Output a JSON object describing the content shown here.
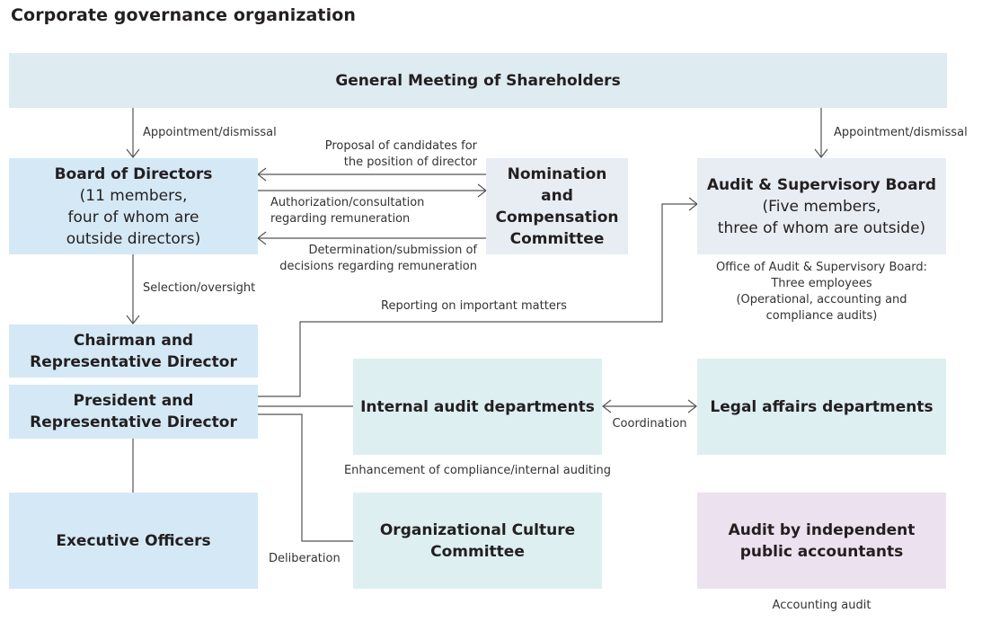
{
  "title": "Corporate governance organization",
  "boxes": {
    "shareholders": {
      "main": "General Meeting of Shareholders"
    },
    "board": {
      "main": "Board of Directors",
      "sub1": "(11 members,",
      "sub2": "four of whom are",
      "sub3": "outside directors)"
    },
    "nomination": {
      "l1": "Nomination",
      "l2": "and",
      "l3": "Compensation",
      "l4": "Committee"
    },
    "audit_board": {
      "main": "Audit & Supervisory Board",
      "sub1": "(Five members,",
      "sub2": "three of whom are outside)"
    },
    "chairman": {
      "l1": "Chairman and",
      "l2": "Representative Director"
    },
    "president": {
      "l1": "President and",
      "l2": "Representative Director"
    },
    "internal_audit": {
      "main": "Internal audit departments"
    },
    "legal": {
      "main": "Legal affairs departments"
    },
    "executive": {
      "main": "Executive Officers"
    },
    "culture": {
      "l1": "Organizational Culture",
      "l2": "Committee"
    },
    "independent": {
      "l1": "Audit by independent",
      "l2": "public accountants"
    }
  },
  "labels": {
    "appoint_left": "Appointment/dismissal",
    "appoint_right": "Appointment/dismissal",
    "proposal_1": "Proposal of candidates for",
    "proposal_2": "the position of director",
    "authorization_1": "Authorization/consultation",
    "authorization_2": "regarding remuneration",
    "determination_1": "Determination/submission of",
    "determination_2": "decisions regarding remuneration",
    "selection": "Selection/oversight",
    "reporting": "Reporting on important matters",
    "office_1": "Office of Audit & Supervisory Board:",
    "office_2": "Three employees",
    "office_3": "(Operational, accounting and",
    "office_4": "compliance audits)",
    "coordination": "Coordination",
    "enhancement": "Enhancement of compliance/internal auditing",
    "deliberation": "Deliberation",
    "accounting_audit": "Accounting audit"
  },
  "colors": {
    "board_blue": "#d4e9f5",
    "committee_grey": "#e7edf3",
    "dept_teal": "#ddeff1",
    "accountant_lilac": "#ece1ef",
    "line": "#555555"
  }
}
